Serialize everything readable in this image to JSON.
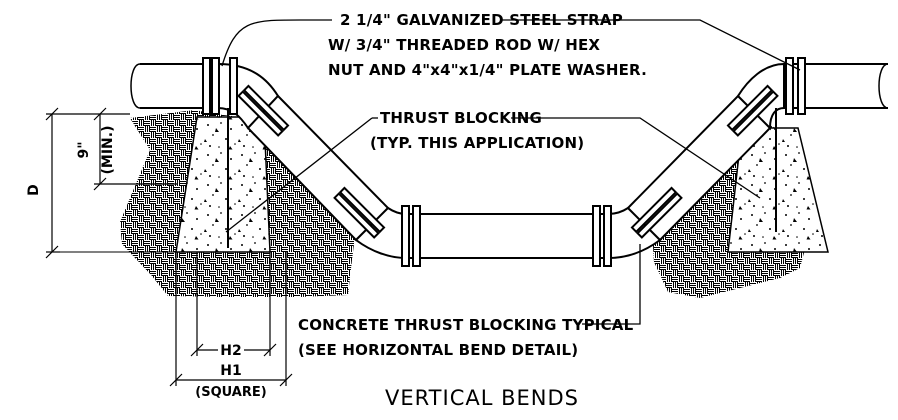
{
  "title": "VERTICAL BENDS",
  "callouts": {
    "strap_line1": "2 1/4\" GALVANIZED STEEL STRAP",
    "strap_line2": "W/ 3/4\" THREADED ROD W/ HEX",
    "strap_line3": "NUT AND 4\"x4\"x1/4\" PLATE WASHER.",
    "thrust_line1": "THRUST BLOCKING",
    "thrust_line2": "(TYP. THIS APPLICATION)",
    "concrete_line1": "CONCRETE THRUST BLOCKING TYPICAL",
    "concrete_line2": "(SEE HORIZONTAL BEND DETAIL)"
  },
  "dimensions": {
    "d": "D",
    "nine": "9\"",
    "min": "(MIN.)",
    "h2": "H2",
    "h1": "H1",
    "square": "(SQUARE)"
  }
}
